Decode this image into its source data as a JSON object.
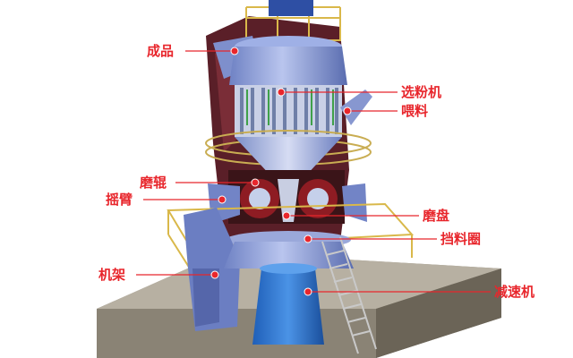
{
  "diagram": {
    "subject": "vertical-roller-mill",
    "accent_color": "#e8262c",
    "body_color": "#8fa0d8",
    "labels": {
      "product": "成品",
      "classifier": "选粉机",
      "feed": "喂料",
      "grinding_roller": "磨辊",
      "rocker_arm": "摇臂",
      "grinding_table": "磨盘",
      "dam_ring": "挡料圈",
      "frame": "机架",
      "reducer": "减速机"
    }
  }
}
